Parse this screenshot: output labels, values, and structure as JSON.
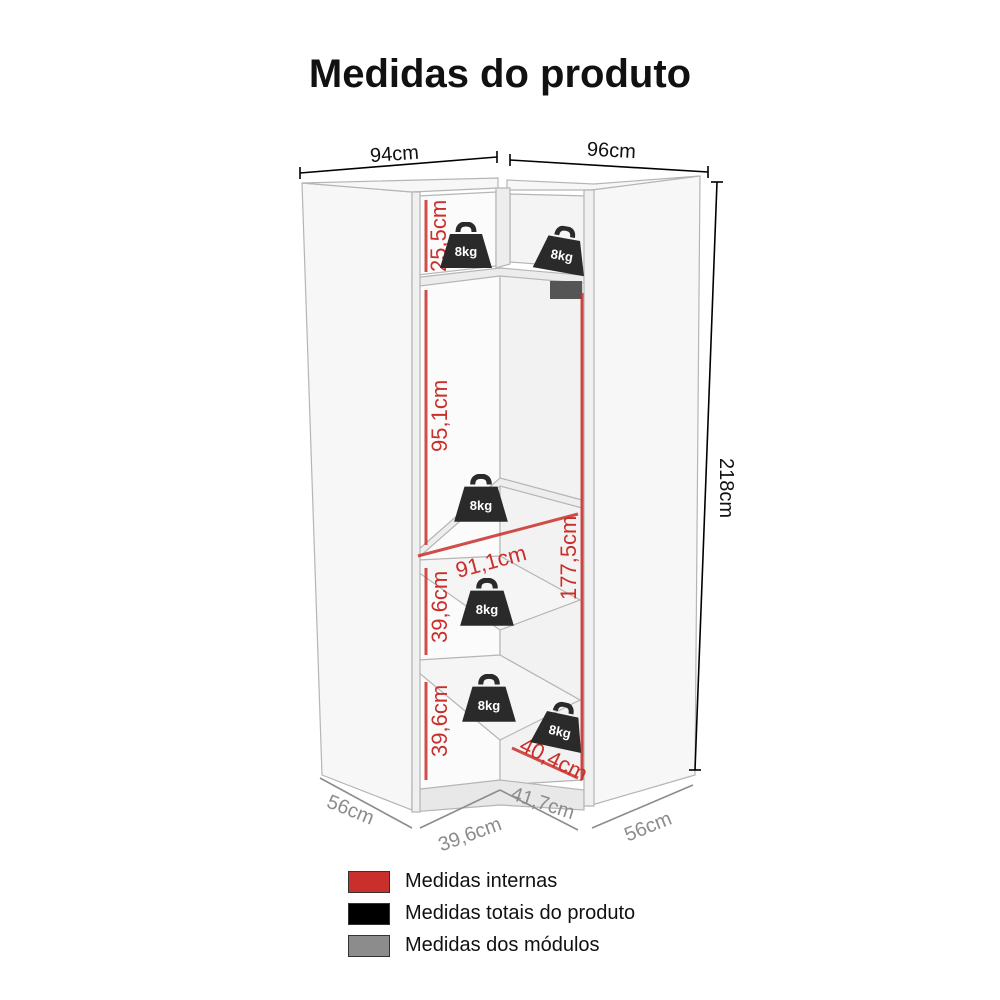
{
  "title": "Medidas do produto",
  "colors": {
    "internal": "#c9302c",
    "total": "#000000",
    "module": "#8c8c8c"
  },
  "total_dims": {
    "left_width": "94cm",
    "right_width": "96cm",
    "height": "218cm"
  },
  "module_dims": {
    "left_depth": "56cm",
    "front_left": "39,6cm",
    "front_right": "41,7cm",
    "right_depth": "56cm"
  },
  "internal_dims": {
    "top_niche": "25,5cm",
    "hanging_height": "95,1cm",
    "shelf_width": "91,1cm",
    "right_height": "177,5cm",
    "mid_niche": "39,6cm",
    "bottom_niche": "39,6cm",
    "bottom_depth": "40,4cm"
  },
  "weights": [
    {
      "label": "8kg"
    },
    {
      "label": "8kg"
    },
    {
      "label": "8kg"
    },
    {
      "label": "8kg"
    },
    {
      "label": "8kg"
    },
    {
      "label": "8kg"
    }
  ],
  "legend": [
    {
      "label": "Medidas internas",
      "color": "#c9302c"
    },
    {
      "label": "Medidas totais do produto",
      "color": "#000000"
    },
    {
      "label": "Medidas dos módulos",
      "color": "#8c8c8c"
    }
  ]
}
